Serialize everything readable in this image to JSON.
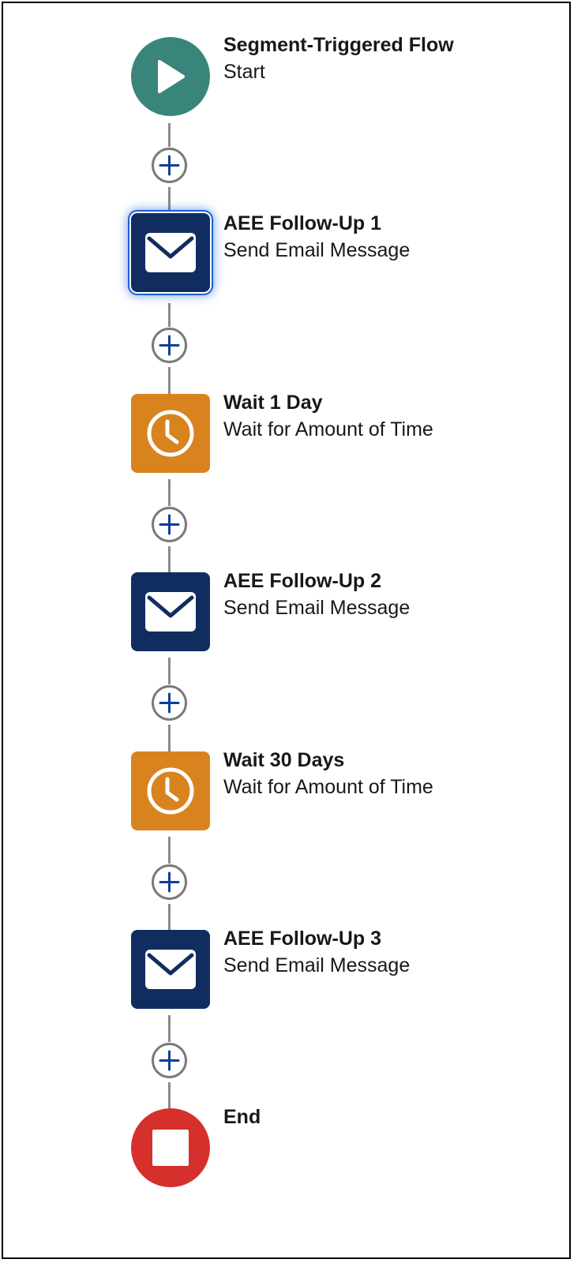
{
  "colors": {
    "start": "#3a857b",
    "email": "#112d60",
    "wait": "#d9831f",
    "end": "#d6302c",
    "connector": "#8a8a8a",
    "add_plus": "#0b3f9a"
  },
  "steps": [
    {
      "title": "Segment-Triggered Flow",
      "subtitle": "Start",
      "type": "start",
      "icon": "play-icon"
    },
    {
      "title": "AEE Follow-Up 1",
      "subtitle": "Send Email Message",
      "type": "email",
      "icon": "envelope-icon",
      "selected": true
    },
    {
      "title": "Wait 1 Day",
      "subtitle": "Wait for Amount of Time",
      "type": "wait",
      "icon": "clock-icon"
    },
    {
      "title": "AEE Follow-Up 2",
      "subtitle": "Send Email Message",
      "type": "email",
      "icon": "envelope-icon"
    },
    {
      "title": "Wait 30 Days",
      "subtitle": "Wait for Amount of Time",
      "type": "wait",
      "icon": "clock-icon"
    },
    {
      "title": "AEE Follow-Up 3",
      "subtitle": "Send Email Message",
      "type": "email",
      "icon": "envelope-icon"
    },
    {
      "title": "End",
      "subtitle": "",
      "type": "end",
      "icon": "stop-icon"
    }
  ],
  "add_button_icon": "plus-icon"
}
